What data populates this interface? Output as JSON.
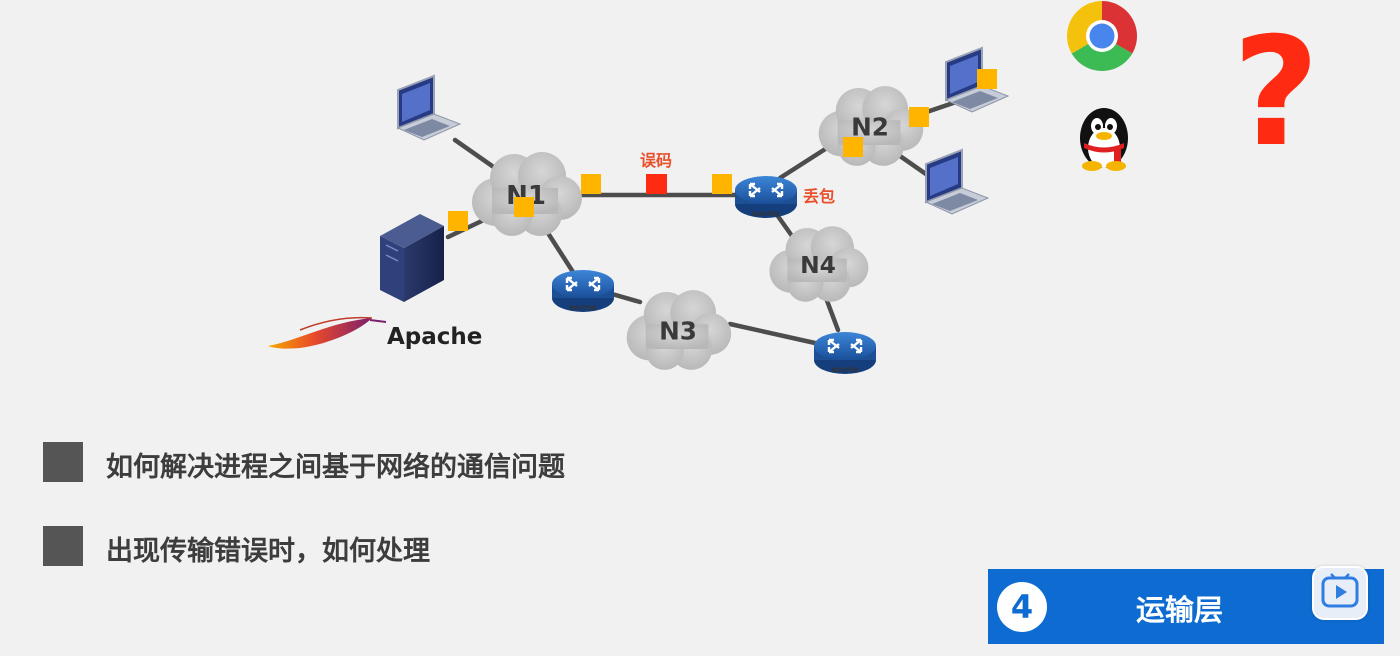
{
  "diagram": {
    "clouds": {
      "n1": "N1",
      "n2": "N2",
      "n3": "N3",
      "n4": "N4"
    },
    "router_label": "ROUTER",
    "error_tag": "误码",
    "loss_tag": "丢包",
    "server_app": "Apache",
    "question_mark": "?"
  },
  "bullets": [
    "如何解决进程之间基于网络的通信问题",
    "出现传输错误时，如何处理"
  ],
  "chapter": {
    "number": "4",
    "title": "运输层"
  },
  "colors": {
    "packet": "#ffb400",
    "error_packet": "#ff2a12",
    "chapter_bg": "#0d6bd1",
    "bullet": "#555555"
  }
}
